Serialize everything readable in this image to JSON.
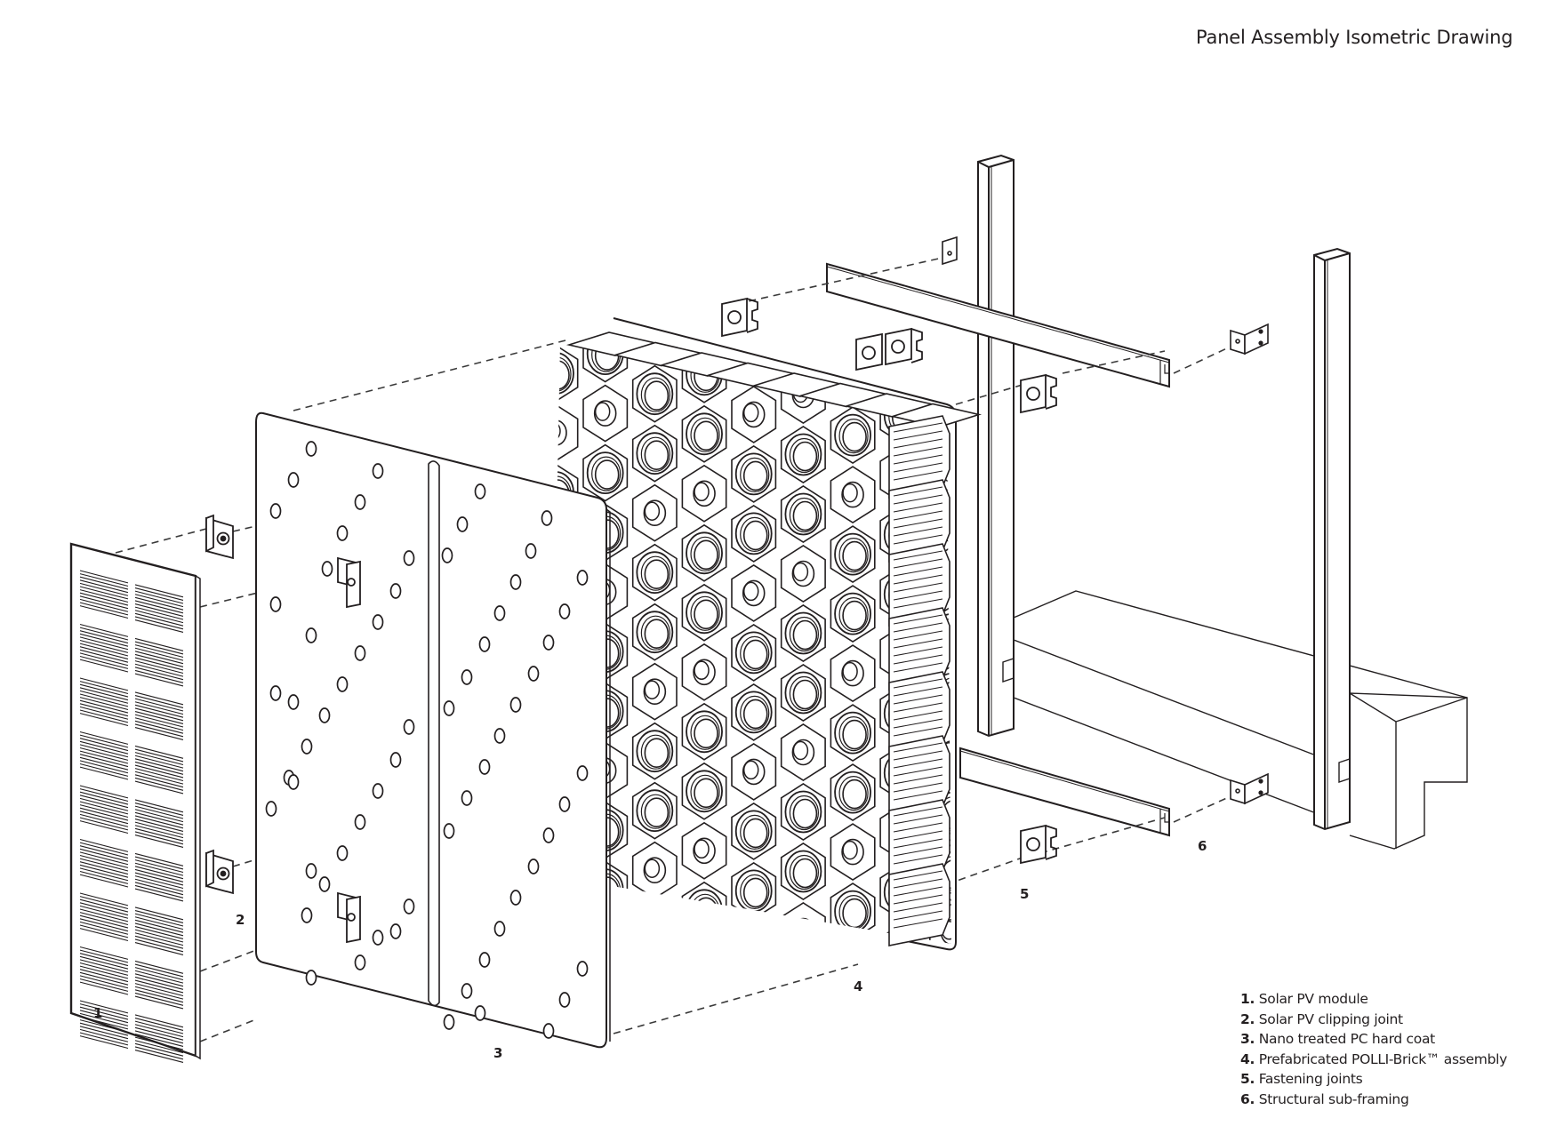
{
  "title": "Panel Assembly Isometric Drawing",
  "callouts": {
    "c1": "1",
    "c2": "2",
    "c3": "3",
    "c4": "4",
    "c5": "5",
    "c6": "6"
  },
  "legend": [
    {
      "num": "1.",
      "label": "Solar PV module"
    },
    {
      "num": "2.",
      "label": "Solar PV clipping joint"
    },
    {
      "num": "3.",
      "label": "Nano treated PC hard coat"
    },
    {
      "num": "4.",
      "label": "Prefabricated POLLI-Brick™ assembly"
    },
    {
      "num": "5.",
      "label": "Fastening joints"
    },
    {
      "num": "6.",
      "label": "Structural sub-framing"
    }
  ],
  "components": [
    {
      "id": "1",
      "name": "solar-pv-module",
      "icon": "pv-panel-icon"
    },
    {
      "id": "2",
      "name": "solar-pv-clipping-joint",
      "icon": "clip-bracket-icon"
    },
    {
      "id": "3",
      "name": "nano-treated-pc-hard-coat",
      "icon": "perforated-sheet-icon"
    },
    {
      "id": "4",
      "name": "polli-brick-assembly",
      "icon": "hex-brick-grid-icon"
    },
    {
      "id": "5",
      "name": "fastening-joints",
      "icon": "fastener-icon"
    },
    {
      "id": "6",
      "name": "structural-sub-framing",
      "icon": "steel-post-icon"
    }
  ],
  "colors": {
    "ink": "#231f20",
    "background": "#ffffff",
    "dash": "#3a3a3a"
  }
}
